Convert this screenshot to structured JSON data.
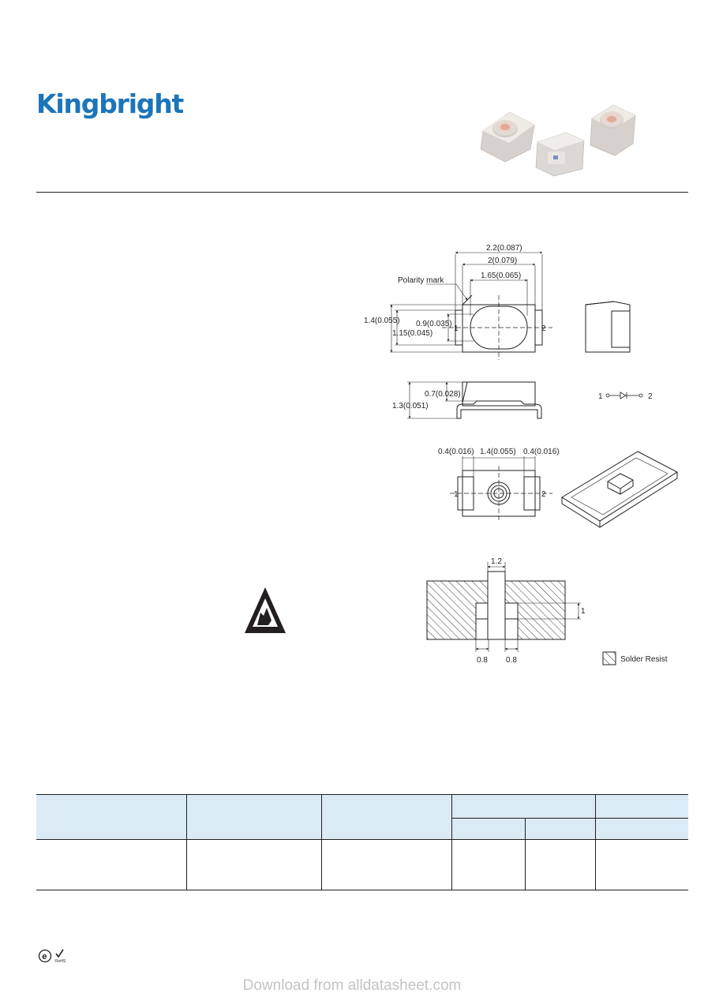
{
  "brand": {
    "logo_text": "Kingbright",
    "brand_color": "#1b75bb"
  },
  "package_outline": {
    "polarity_label": "Polarity mark",
    "dims": {
      "overall_width": "2.2(0.087)",
      "body_width": "2(0.079)",
      "lens_width": "1.65(0.065)",
      "overall_height": "1.4(0.055)",
      "terminal_height": "1.15(0.045)",
      "lens_height": "0.9(0.035)",
      "side_height": "1.3(0.051)",
      "chamfer_height": "0.7(0.028)",
      "bottom_pad_left": "0.4(0.016)",
      "bottom_center": "1.4(0.055)",
      "bottom_pad_right": "0.4(0.016)"
    },
    "pins": {
      "one": "1",
      "two": "2"
    }
  },
  "schematic": {
    "pin_left": "1",
    "pin_right": "2"
  },
  "solder_pattern": {
    "dim_top": "1.2",
    "dim_right": "1",
    "dim_left_bottom": "0.8",
    "dim_right_bottom": "0.8",
    "legend": "Solder Resist"
  },
  "footer": {
    "download_text": "Download from alldatasheet.com"
  },
  "compliance": {
    "rohs_label": "RoHS"
  },
  "colors": {
    "table_header_fill": "#dbebf6",
    "rule": "#231f20",
    "watermark_text": "#c2c4c6"
  }
}
